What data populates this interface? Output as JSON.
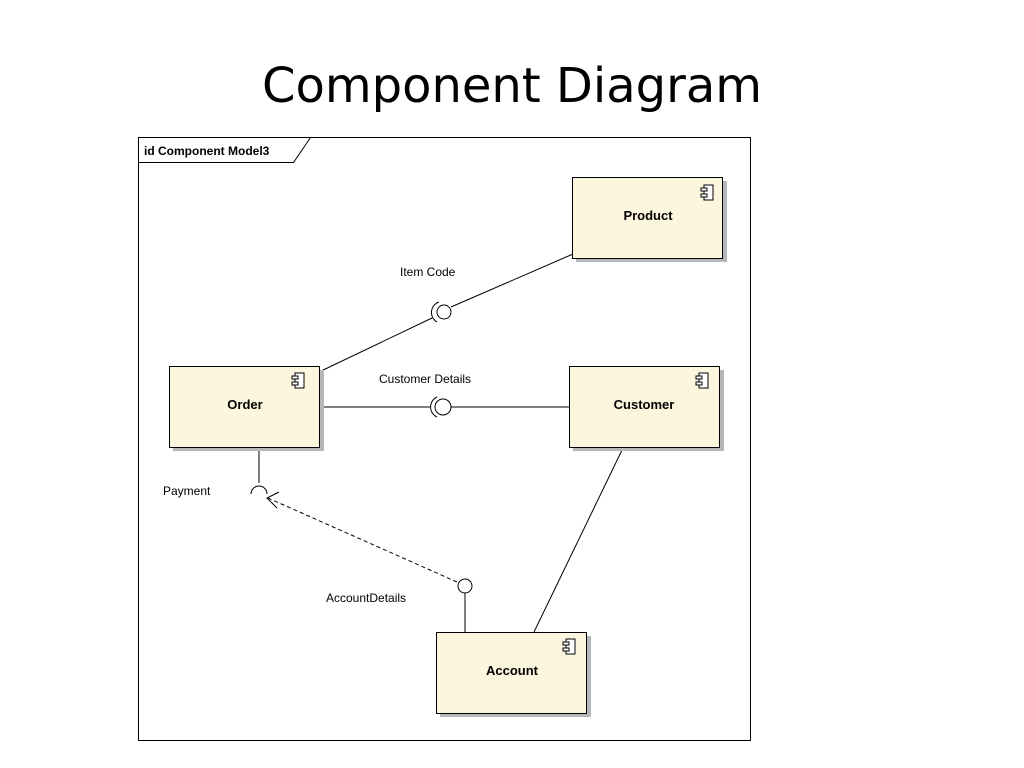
{
  "slide": {
    "title": "Component Diagram"
  },
  "diagram": {
    "frame_label": "id Component Model3",
    "colors": {
      "component_fill": "#fcf6de",
      "component_stroke": "#000000",
      "shadow": "#b7b7b7",
      "line": "#000000"
    },
    "components": {
      "product": "Product",
      "order": "Order",
      "customer": "Customer",
      "account": "Account"
    },
    "interfaces": {
      "item_code": "Item Code",
      "customer_details": "Customer Details",
      "payment": "Payment",
      "account_details": "AccountDetails"
    },
    "icons": {
      "component": "component-icon"
    }
  }
}
